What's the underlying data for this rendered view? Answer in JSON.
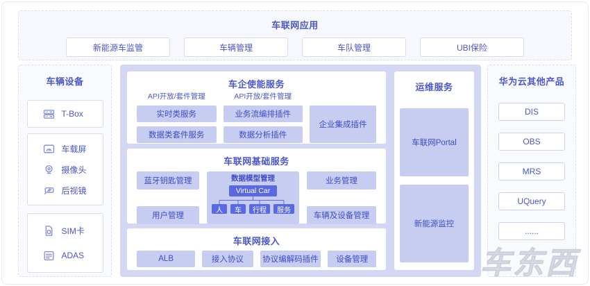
{
  "colors": {
    "accent_text": "#4b57cb",
    "light_box_bg": "#c7cdf1",
    "dark_box_bg": "#5a69e2",
    "platform_container_bg": "#d3d7f3",
    "panel_bg": "#f9fafd"
  },
  "apps": {
    "title": "车联网应用",
    "items": [
      "新能源车监管",
      "车辆管理",
      "车队管理",
      "UBI保险"
    ]
  },
  "devices": {
    "title": "车辆设备",
    "group1": [
      {
        "icon": "tbox-icon",
        "label": "T-Box"
      }
    ],
    "group2": [
      {
        "icon": "screen-icon",
        "label": "车载屏"
      },
      {
        "icon": "camera-icon",
        "label": "摄像头"
      },
      {
        "icon": "mirror-icon",
        "label": "后视镜"
      }
    ],
    "group3": [
      {
        "icon": "sim-icon",
        "label": "SIM卡"
      },
      {
        "icon": "adas-icon",
        "label": "ADAS"
      }
    ]
  },
  "enable": {
    "title": "车企使能服务",
    "api_label": "API开放/套件管理",
    "realtime": "实时类服务",
    "data_suite": "数据类套件服务",
    "workflow": "业务流编排插件",
    "analysis": "数据分析插件",
    "integration": "企业集成插件"
  },
  "base": {
    "title": "车联网基础服务",
    "bluetooth": "蓝牙钥匙管理",
    "user": "用户管理",
    "model_title": "数据模型管理",
    "model_root": "Virtual Car",
    "model_children": [
      "人",
      "车",
      "行程",
      "服务"
    ],
    "business": "业务管理",
    "vehicle_device": "车辆及设备管理"
  },
  "access": {
    "title": "车联网接入",
    "items": [
      "ALB",
      "接入协议",
      "协议编解码插件",
      "设备管理"
    ]
  },
  "ops": {
    "title": "运维服务",
    "portal": "车联网Portal",
    "monitor": "新能源监控"
  },
  "cloud": {
    "title": "华为云其他产品",
    "items": [
      "DIS",
      "OBS",
      "MRS",
      "UQuery",
      "......"
    ]
  },
  "watermark": "车东西"
}
